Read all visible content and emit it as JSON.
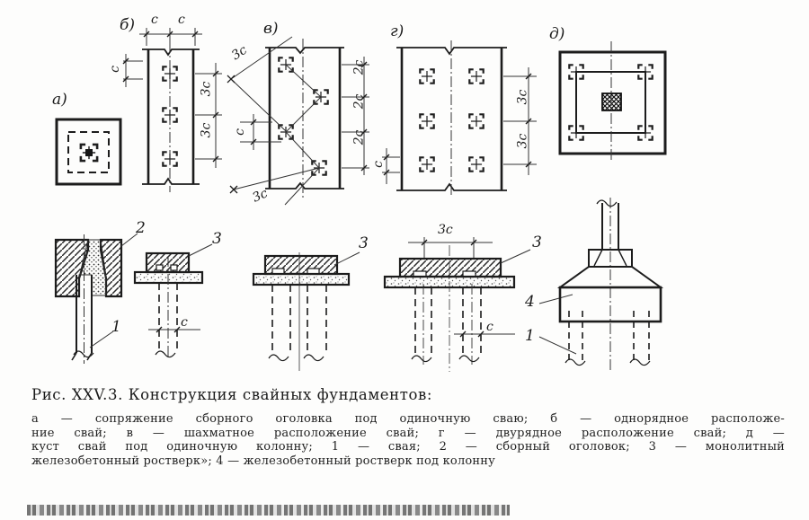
{
  "caption": {
    "title": "Рис. XXV.3. Конструкция свайных фундаментов:",
    "lines": [
      "а — сопряжение сборного оголовка под одиночную сваю; б — однорядное расположе-",
      "ние свай; в — шахматное расположение свай; г — двурядное расположение свай; д —",
      "куст свай под одиночную колонну; 1 — свая; 2 — сборный оголовок; 3 — монолитный",
      "железобетонный ростверк»; 4 — железобетонный ростверк под колонну"
    ]
  },
  "plan_labels": {
    "a": "а)",
    "b": "б)",
    "v": "в)",
    "g": "г)",
    "d": "д)"
  },
  "dims": {
    "c": "с",
    "c2": "2с",
    "c3": "3с"
  },
  "parts": {
    "p1": "1",
    "p2": "2",
    "p3": "3",
    "p4": "4"
  },
  "ink": "#1f1f1f"
}
